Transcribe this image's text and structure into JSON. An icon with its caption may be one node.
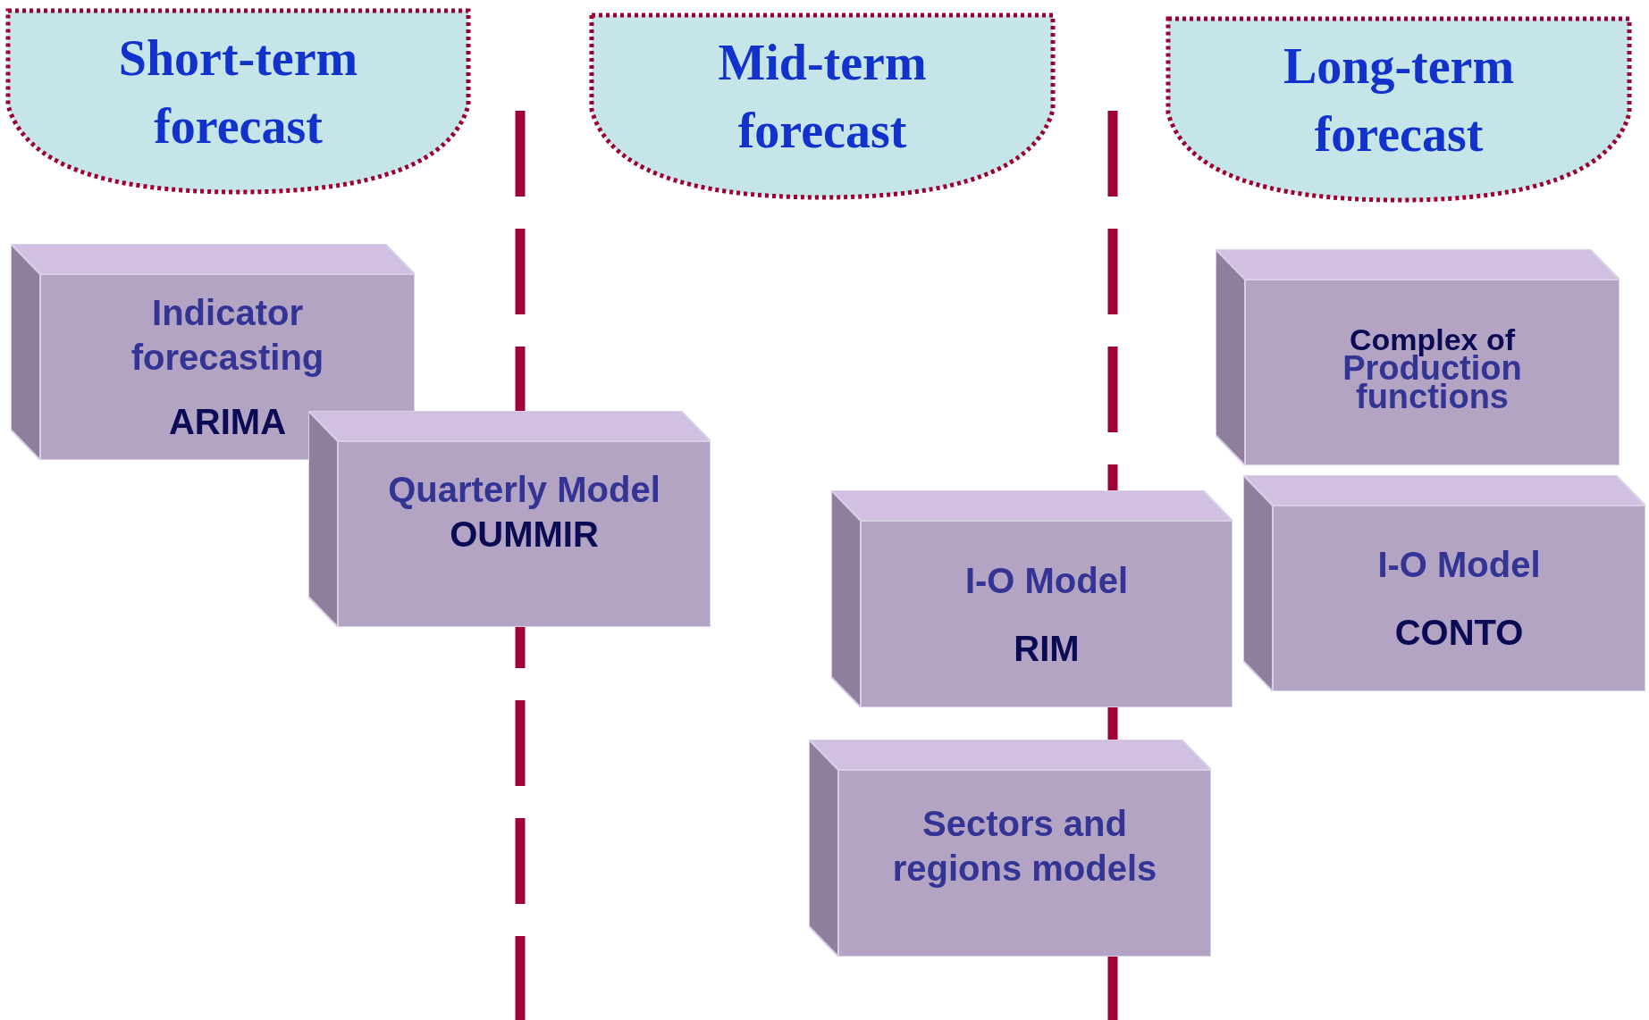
{
  "diagram": {
    "nodes": [
      {
        "text": [
          "Short-term forecast"
        ]
      },
      {
        "text": [
          "Mid-term forecast"
        ]
      },
      {
        "text": [
          "Long-term forecast"
        ]
      },
      {
        "text": [
          "Indicator forecasting",
          "ARIMA"
        ]
      },
      {
        "text": [
          "Quarterly Model",
          "OUMMIR"
        ]
      },
      {
        "text": [
          "Complex of",
          "Production functions"
        ]
      },
      {
        "text": [
          "I-O Model",
          "RIM"
        ]
      },
      {
        "text": [
          "I-O Model",
          "CONTO"
        ]
      },
      {
        "text": [
          "Sectors and regions models"
        ]
      }
    ],
    "edges": []
  }
}
